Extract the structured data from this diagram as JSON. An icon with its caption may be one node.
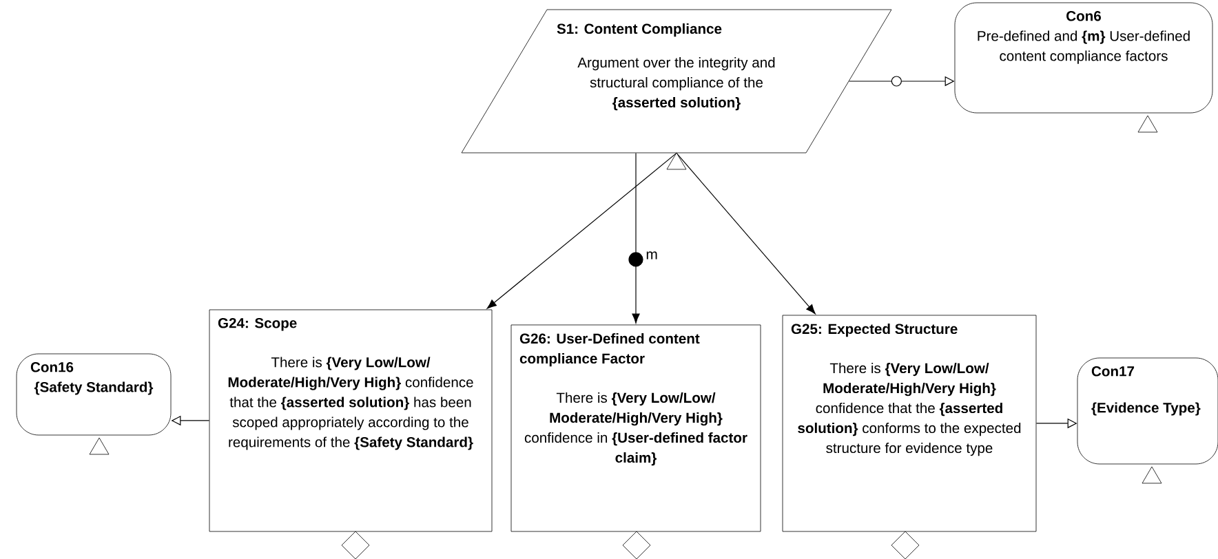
{
  "diagram": {
    "nodes": [
      {
        "text": [
          "S1: Content Compliance",
          "Argument over the integrity and structural compliance of the **{asserted solution}**"
        ]
      },
      {
        "text": [
          "Con6",
          "Pre-defined and **{m}** User-defined content compliance factors"
        ]
      },
      {
        "text": [
          "Con16",
          "{Safety Standard}"
        ]
      },
      {
        "text": [
          "G24: Scope",
          "There is **{Very Low/Low/ Moderate/High/Very High}** confidence that the **{asserted solution}** has been scoped appropriately according to the requirements of the **{Safety Standard}**"
        ]
      },
      {
        "text": [
          "G26: User-Defined content compliance Factor",
          "There is **{Very Low/Low/ Moderate/High/Very High}** confidence in **{User-defined factor claim}**"
        ]
      },
      {
        "text": [
          "G25: Expected Structure",
          "There is **{Very Low/Low/ Moderate/High/Very High}** confidence that the **{asserted solution}** conforms to the expected structure for evidence type"
        ]
      },
      {
        "text": [
          "Con17",
          "{Evidence Type}"
        ]
      }
    ],
    "edges": [
      {
        "from": 0,
        "to": 3,
        "arrow": "to"
      },
      {
        "from": 0,
        "to": 4,
        "arrow": "to",
        "label": "m"
      },
      {
        "from": 0,
        "to": 5,
        "arrow": "to"
      },
      {
        "from": 0,
        "to": 1,
        "arrow": "to"
      },
      {
        "from": 3,
        "to": 2,
        "arrow": "to"
      },
      {
        "from": 5,
        "to": 6,
        "arrow": "to"
      }
    ]
  }
}
